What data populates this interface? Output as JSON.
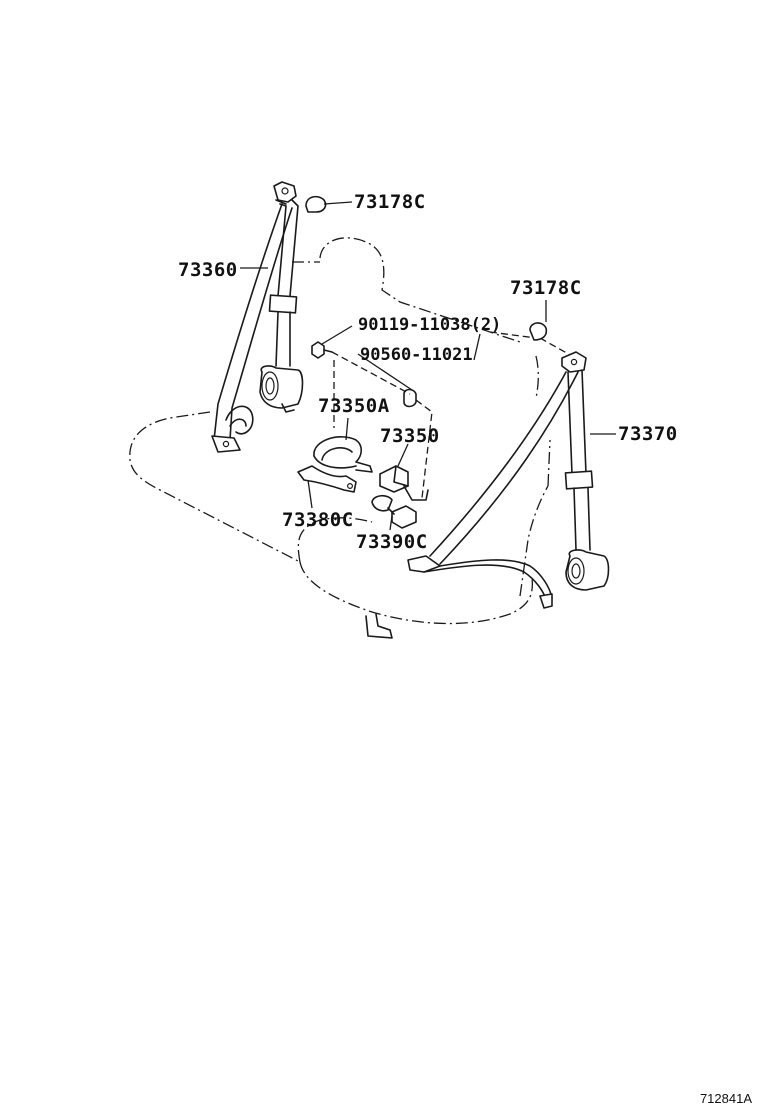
{
  "parts": {
    "p73178c_left": "73178C",
    "p73360": "73360",
    "p73178c_right": "73178C",
    "p90119": "90119-11038(2)",
    "p90560": "90560-11021",
    "p73350a": "73350A",
    "p73350": "73350",
    "p73370": "73370",
    "p73380c": "73380C",
    "p73390c": "73390C"
  },
  "diagram_id": "712841A"
}
